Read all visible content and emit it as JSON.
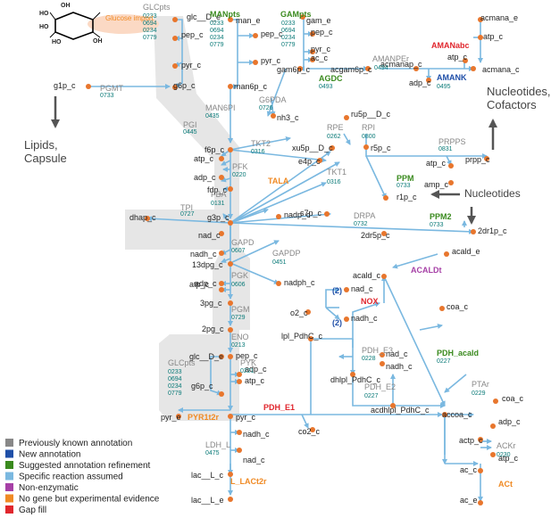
{
  "colors": {
    "grey": "#888888",
    "blue": "#1f4fa8",
    "green": "#3a8a1e",
    "lightblue": "#7ab8e0",
    "purple": "#a640a6",
    "orange": "#f08a24",
    "red": "#e0262d",
    "node": "#e8762d",
    "gene": "#0a7a78",
    "highlight": "#e6e6e6"
  },
  "side_labels": {
    "glucose_import": "Glucose import",
    "nucleotides_cofactors": "Nucleotides, Cofactors",
    "nucleotides": "Nucleotides",
    "lipids_capsule": "Lipids, Capsule",
    "n2a": "(2)",
    "n2b": "(2)"
  },
  "metabolites": {
    "glc_D_e_top": "glc__D_e",
    "pep_c_1": "pep_c",
    "pyr_c_1": "pyr_c",
    "g6p_c_1": "g6p_c",
    "g1p_c": "g1p_c",
    "man_e": "man_e",
    "pep_c_2": "pep_c",
    "pyr_c_2": "pyr_c",
    "man6p_c": "man6p_c",
    "gam_e": "gam_e",
    "pep_c_3": "pep_c",
    "pyr_c_3": "pyr_c",
    "ac_c_1": "ac_c",
    "gam6p_c": "gam6p_c",
    "acgam6p_c": "acgam6p_c",
    "acmanap_c": "acmanap_c",
    "adp_c_1": "adp_c",
    "atp_c_1": "atp_c",
    "acmana_e": "acmana_e",
    "atp_c_2": "atp_c",
    "acmana_c": "acmana_c",
    "nh3_c": "nh3_c",
    "f6p_c": "f6p_c",
    "atp_c_3": "atp_c",
    "adp_c_2": "adp_c",
    "fdp_c": "fdp_c",
    "dhap_c": "dhap_c",
    "g3p_c": "g3p_c",
    "nad_c_1": "nad_c",
    "nadh_c_1": "nadh_c",
    "13dpg_c": "13dpg_c",
    "adp_c_3": "adp_c",
    "atp_c_4": "atp_c",
    "3pg_c": "3pg_c",
    "2pg_c": "2pg_c",
    "glc_D_e_2": "glc__D_e",
    "pep_c_4": "pep_c",
    "g6p_c_2": "g6p_c",
    "adp_c_4": "adp_c",
    "atp_c_5": "atp_c",
    "pyr_e": "pyr_e",
    "pyr_c_4": "pyr_c",
    "nadh_c_2": "nadh_c",
    "nad_c_2": "nad_c",
    "lac_L_c": "lac__L_c",
    "lac_L_e": "lac__L_e",
    "xu5p_D_c": "xu5p__D_c",
    "e4p_c": "e4p_c",
    "s7p_c": "s7p_c",
    "ru5p_D_c": "ru5p__D_c",
    "r5p_c": "r5p_c",
    "atp_c_6": "atp_c",
    "amp_c": "amp_c",
    "prpp_c": "prpp_c",
    "r1p_c": "r1p_c",
    "2dr5p_c": "2dr5p_c",
    "2dr1p_c": "2dr1p_c",
    "nadp_c": "nadp_c",
    "nadph_c": "nadph_c",
    "acald_e": "acald_e",
    "acald_c": "acald_c",
    "nad_c_3": "nad_c",
    "o2_c": "o2_c",
    "nadh_c_3": "nadh_c",
    "lpl_PdhC_c": "lpl_PdhC_c",
    "nad_c_4": "nad_c",
    "nadh_c_4": "nadh_c",
    "dhlpl_PdhC_c": "dhlpl_PdhC_c",
    "coa_c_1": "coa_c",
    "acdhlpl_PdhC_c": "acdhlpl_PdhC_c",
    "co2_c": "co2_c",
    "accoa_c": "accoa_c",
    "coa_c_2": "coa_c",
    "actp_c": "actp_c",
    "adp_c_5": "adp_c",
    "atp_c_7": "atp_c",
    "ac_c_2": "ac_c",
    "ac_e": "ac_e"
  },
  "enzymes": {
    "GLCpts_top": "GLCpts",
    "MANpts": "MANpts",
    "GAMpts": "GAMpts",
    "AGDC": "AGDC",
    "AMANPEr": "AMANPEr",
    "AMANK": "AMANK",
    "AMANabc": "AMANabc",
    "PGMT": "PGMT",
    "MAN6PI": "MAN6PI",
    "G6PDA": "G6PDA",
    "PGI": "PGI",
    "TKT2": "TKT2",
    "RPE": "RPE",
    "RPI": "RPI",
    "PRPPS": "PRPPS",
    "PFK": "PFK",
    "TALA": "TALA",
    "TKT1": "TKT1",
    "PPM": "PPM",
    "FBA": "FBA",
    "TPI": "TPI",
    "DRPA": "DRPA",
    "PPM2": "PPM2",
    "GAPD": "GAPD",
    "GAPDP": "GAPDP",
    "PGK": "PGK",
    "ACALDt": "ACALDt",
    "NOX": "NOX",
    "PGM": "PGM",
    "ENO": "ENO",
    "PDH_E3": "PDH_E3",
    "PDH_acald": "PDH_acald",
    "GLCpts_bottom": "GLCpts",
    "PYK": "PYK",
    "PDH_E2": "PDH_E2",
    "PTAr": "PTAr",
    "PYR1t2r": "PYR1t2r",
    "PDH_E1": "PDH_E1",
    "LDH_L": "LDH_L",
    "ACKr": "ACKr",
    "L_LACt2r": "L_LACt2r",
    "ACt": "ACt"
  },
  "genes": {
    "GLCpts_top": [
      "0233",
      "0694",
      "0234",
      "0779"
    ],
    "MANpts": [
      "0233",
      "0694",
      "0234",
      "0779"
    ],
    "GAMpts": [
      "0233",
      "0694",
      "0234",
      "0779"
    ],
    "AGDC": [
      "0493"
    ],
    "AMANPEr": [
      "0494"
    ],
    "AMANK": [
      "0495"
    ],
    "PGMT": [
      "0733"
    ],
    "MAN6PI": [
      "0435"
    ],
    "G6PDA": [
      "0726"
    ],
    "PGI": [
      "0445"
    ],
    "TKT2": [
      "0316"
    ],
    "RPE": [
      "0262"
    ],
    "RPI": [
      "0800"
    ],
    "PRPPS": [
      "0831"
    ],
    "PFK": [
      "0220"
    ],
    "TKT1": [
      "0316"
    ],
    "PPM": [
      "0733"
    ],
    "FBA": [
      "0131"
    ],
    "TPI": [
      "0727"
    ],
    "DRPA": [
      "0732"
    ],
    "PPM2": [
      "0733"
    ],
    "GAPD": [
      "0607"
    ],
    "GAPDP": [
      "0451"
    ],
    "PGK": [
      "0606"
    ],
    "PGM": [
      "0729"
    ],
    "ENO": [
      "0213"
    ],
    "PDH_E3": [
      "0228"
    ],
    "PDH_acald": [
      "0227"
    ],
    "GLCpts_bottom": [
      "0233",
      "0694",
      "0234",
      "0779"
    ],
    "PYK": [
      "0221"
    ],
    "PDH_E2": [
      "0227"
    ],
    "PTAr": [
      "0229"
    ],
    "LDH_L": [
      "0475"
    ],
    "ACKr": [
      "0230"
    ]
  },
  "legend": [
    {
      "label": "Previously known annotation",
      "color": "#888888"
    },
    {
      "label": "New annotation",
      "color": "#1f4fa8"
    },
    {
      "label": "Suggested annotation refinement",
      "color": "#3a8a1e"
    },
    {
      "label": "Specific reaction assumed",
      "color": "#7ab8e0"
    },
    {
      "label": "Non-enzymatic",
      "color": "#a640a6"
    },
    {
      "label": "No gene but experimental evidence",
      "color": "#f08a24"
    },
    {
      "label": "Gap fill",
      "color": "#e0262d"
    }
  ]
}
